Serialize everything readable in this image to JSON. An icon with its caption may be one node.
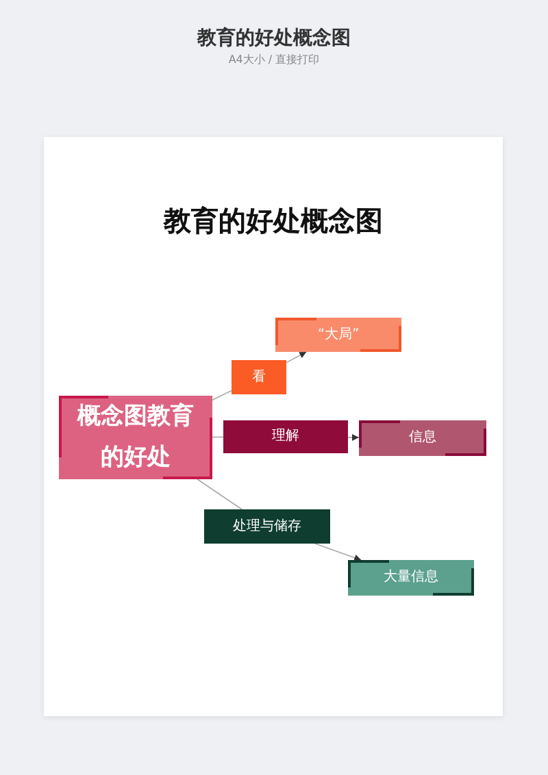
{
  "diagram": {
    "title": "教育的好处概念图",
    "nodes": [
      {
        "text": [
          "“大局”"
        ]
      },
      {
        "text": [
          "看"
        ]
      },
      {
        "text": [
          "概念图教育的好处"
        ]
      },
      {
        "text": [
          "理解"
        ]
      },
      {
        "text": [
          "信息"
        ]
      },
      {
        "text": [
          "处理与储存"
        ]
      },
      {
        "text": [
          "大量信息"
        ]
      }
    ],
    "edges": [
      {
        "from": 2,
        "to": 1,
        "arrow": "none"
      },
      {
        "from": 1,
        "to": 0,
        "arrow": "to"
      },
      {
        "from": 2,
        "to": 3,
        "arrow": "none"
      },
      {
        "from": 3,
        "to": 4,
        "arrow": "to"
      },
      {
        "from": 2,
        "to": 5,
        "arrow": "none"
      },
      {
        "from": 5,
        "to": 6,
        "arrow": "to"
      }
    ],
    "labels": [
      "教育的好处概念图",
      "A4大小 / 直接打印"
    ]
  }
}
